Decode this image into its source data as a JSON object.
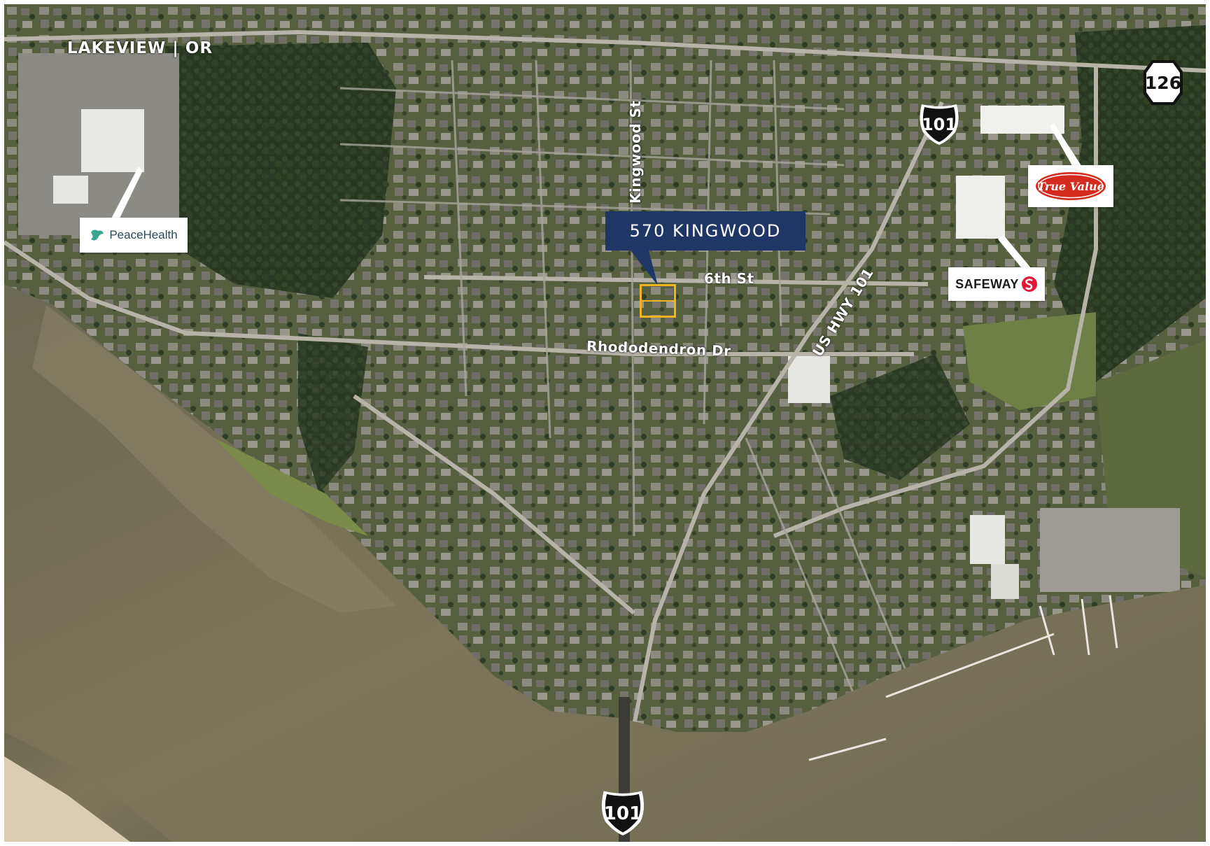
{
  "map": {
    "area_label": "LAKEVIEW | OR",
    "streets": {
      "kingwood_st": "Kingwood St",
      "sixth_st": "6th St",
      "rhododendron_dr": "Rhododendron Dr",
      "us_hwy_101": "US HWY 101"
    },
    "shields": {
      "us_101_north": "101",
      "us_101_south": "101",
      "or_126": "126"
    },
    "property": {
      "callout_label": "570 KINGWOOD",
      "callout_color": "#1f3767",
      "parcel_outline_color": "#f0b323"
    },
    "landmarks": {
      "peacehealth": "PeaceHealth",
      "true_value": "True Value",
      "safeway": "SAFEWAY"
    },
    "colors": {
      "water": "#7a7358",
      "land": "#4f5a3c",
      "forest": "#2c3b22",
      "sand": "#d8cdb6",
      "road": "#b9b6ad",
      "truevalue_red": "#d52b1e",
      "safeway_red": "#e31837",
      "peacehealth_teal": "#3aa48f"
    }
  }
}
